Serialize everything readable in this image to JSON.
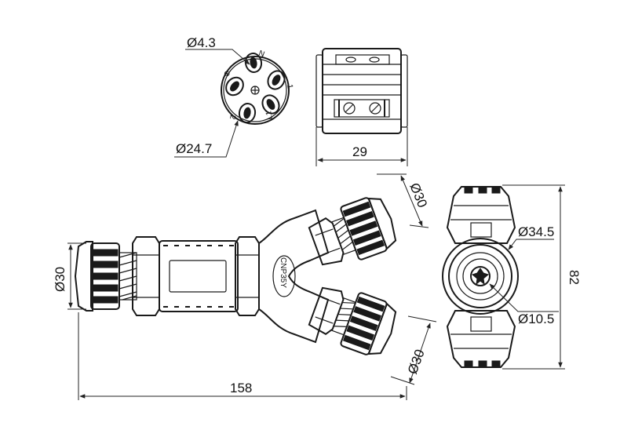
{
  "pin_view": {
    "pin_diameter": "Ø4.3",
    "face_diameter": "Ø24.7",
    "pin_numbers": [
      "1",
      "2",
      "L1",
      "⊕",
      "N"
    ]
  },
  "side_view": {
    "width": "29"
  },
  "main_view": {
    "body_diameter": "Ø30",
    "upper_branch_diameter": "Ø30",
    "lower_branch_diameter": "Ø30",
    "overall_length": "158",
    "model_mark": "CNP35Y"
  },
  "end_view": {
    "outer_diameter": "Ø34.5",
    "inner_diameter": "Ø10.5",
    "height": "82"
  }
}
